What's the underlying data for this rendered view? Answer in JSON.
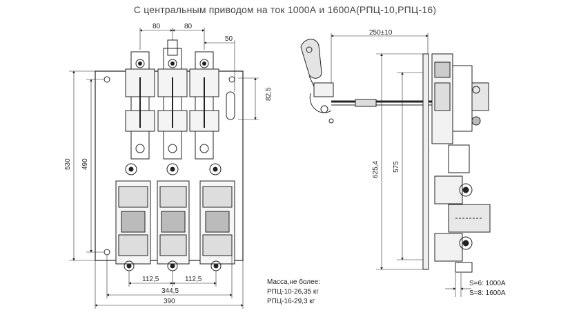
{
  "title": "С центральным приводом на ток 1000А и 1600А(РПЦ-10,РПЦ-16)",
  "front_view": {
    "dim_top_left": "80",
    "dim_top_right": "80",
    "dim_50": "50",
    "dim_82_5": "82,5",
    "dim_530": "530",
    "dim_490": "490",
    "dim_112_5_left": "112,5",
    "dim_112_5_right": "112,5",
    "dim_344_5": "344,5",
    "dim_390": "390"
  },
  "side_view": {
    "dim_250": "250±10",
    "dim_625_4": "625,4",
    "dim_575": "575"
  },
  "mass_note": {
    "heading": "Масса,не более:",
    "line1": "РПЦ-10-26,35 кг",
    "line2": "РПЦ-16-29,3 кг"
  },
  "spec_note": {
    "line1": "S=6: 1000А",
    "line2": "S=8: 1600А"
  }
}
